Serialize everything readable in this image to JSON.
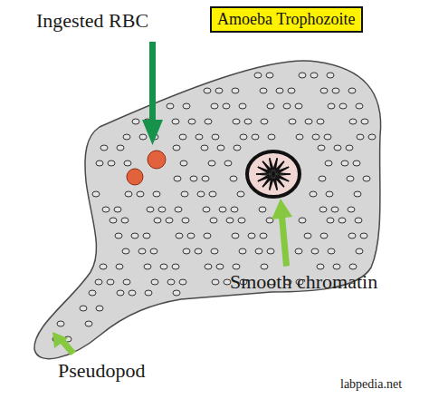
{
  "diagram": {
    "nodes": [
      {
        "text": [
          "Amoeba Trophozoite"
        ]
      }
    ],
    "labels": [
      "Ingested RBC",
      "Smooth chromatin",
      "Pseudopod",
      "labpedia.net"
    ]
  }
}
